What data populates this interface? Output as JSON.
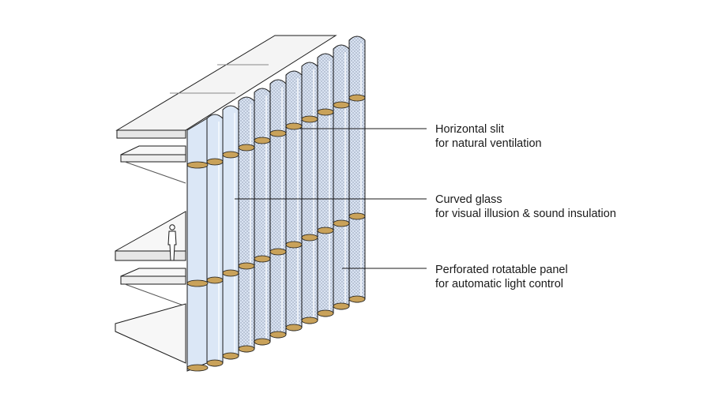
{
  "callouts": [
    {
      "title": "Horizontal slit",
      "subtitle": "for natural ventilation"
    },
    {
      "title": "Curved glass",
      "subtitle": "for visual illusion & sound insulation"
    },
    {
      "title": "Perforated rotatable panel",
      "subtitle": "for automatic light control"
    }
  ],
  "colors": {
    "line": "#1a1a1a",
    "glass": "#cfe0f5",
    "glass_light": "#e6effa",
    "panel_mesh": "#b8c3d6",
    "timber_slit": "#c9a25a",
    "slab_top": "#f4f4f4"
  }
}
